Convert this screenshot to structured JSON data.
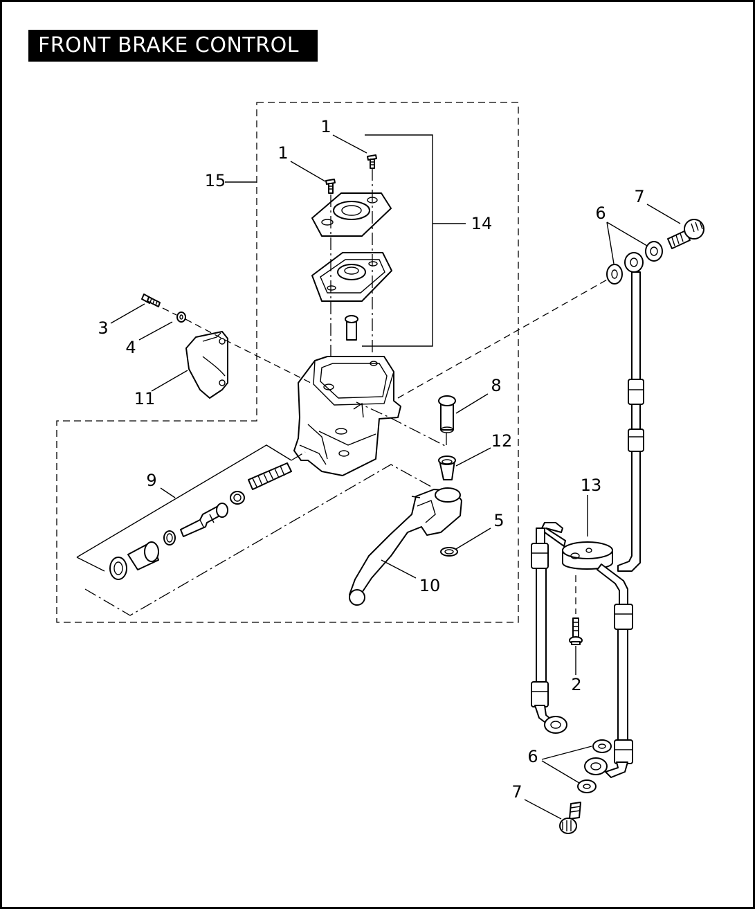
{
  "title": "FRONT BRAKE CONTROL",
  "callouts": {
    "c1a": "1",
    "c1b": "1",
    "c2": "2",
    "c3": "3",
    "c4": "4",
    "c5": "5",
    "c6a": "6",
    "c6b": "6",
    "c7a": "7",
    "c7b": "7",
    "c8": "8",
    "c9": "9",
    "c10": "10",
    "c11": "11",
    "c12": "12",
    "c13": "13",
    "c14": "14",
    "c15": "15"
  },
  "colors": {
    "title_background": "#000000",
    "title_text": "#ffffff",
    "line_art": "#000000",
    "background": "#ffffff"
  }
}
